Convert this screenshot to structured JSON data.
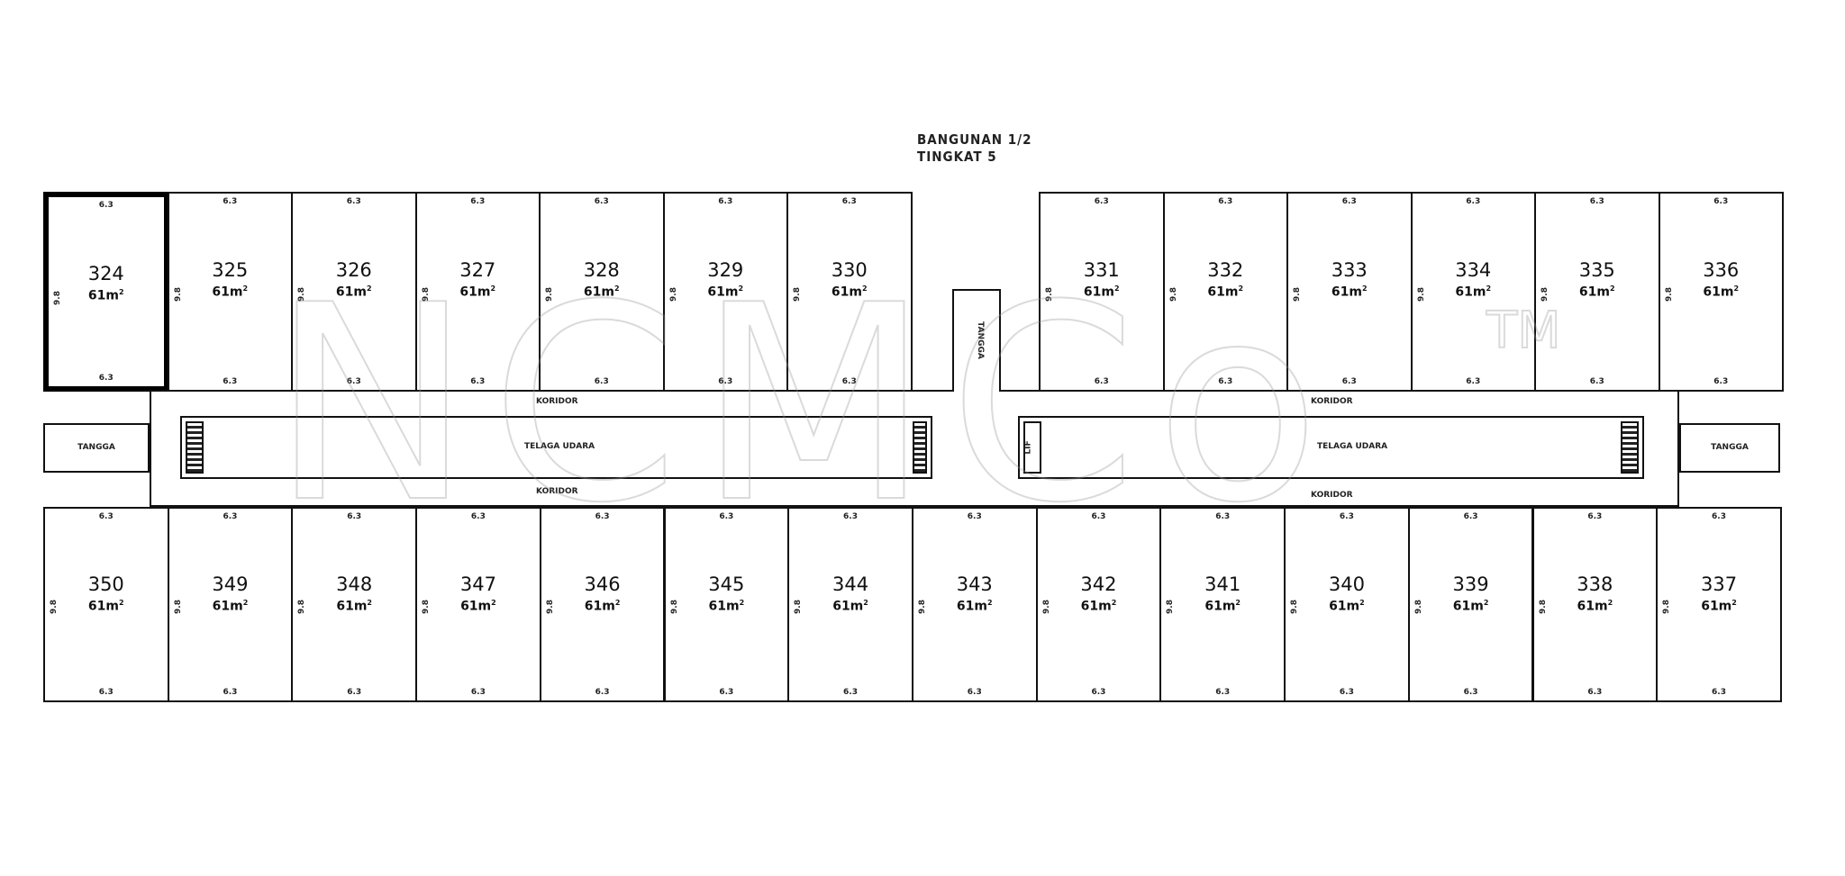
{
  "header": {
    "building": "BANGUNAN 1/2",
    "floor": "TINGKAT 5"
  },
  "watermark": {
    "text": "NCMCo",
    "tm": "TM"
  },
  "labels": {
    "corridor": "KORIDOR",
    "light_well": "TELAGA UDARA",
    "stairs": "TANGGA",
    "lift": "LIF",
    "dim_width": "6.3",
    "dim_depth": "9.8"
  },
  "units_top": [
    {
      "no": "324",
      "area": "61m",
      "selected": true
    },
    {
      "no": "325",
      "area": "61m"
    },
    {
      "no": "326",
      "area": "61m"
    },
    {
      "no": "327",
      "area": "61m"
    },
    {
      "no": "328",
      "area": "61m"
    },
    {
      "no": "329",
      "area": "61m"
    },
    {
      "no": "330",
      "area": "61m"
    },
    {
      "no": "331",
      "area": "61m"
    },
    {
      "no": "332",
      "area": "61m"
    },
    {
      "no": "333",
      "area": "61m"
    },
    {
      "no": "334",
      "area": "61m"
    },
    {
      "no": "335",
      "area": "61m"
    },
    {
      "no": "336",
      "area": "61m"
    }
  ],
  "units_bottom": [
    {
      "no": "350",
      "area": "61m"
    },
    {
      "no": "349",
      "area": "61m"
    },
    {
      "no": "348",
      "area": "61m"
    },
    {
      "no": "347",
      "area": "61m"
    },
    {
      "no": "346",
      "area": "61m"
    },
    {
      "no": "345",
      "area": "61m"
    },
    {
      "no": "344",
      "area": "61m"
    },
    {
      "no": "343",
      "area": "61m"
    },
    {
      "no": "342",
      "area": "61m"
    },
    {
      "no": "341",
      "area": "61m"
    },
    {
      "no": "340",
      "area": "61m"
    },
    {
      "no": "339",
      "area": "61m"
    },
    {
      "no": "338",
      "area": "61m"
    },
    {
      "no": "337",
      "area": "61m"
    }
  ],
  "area_unit_superscript": "2"
}
